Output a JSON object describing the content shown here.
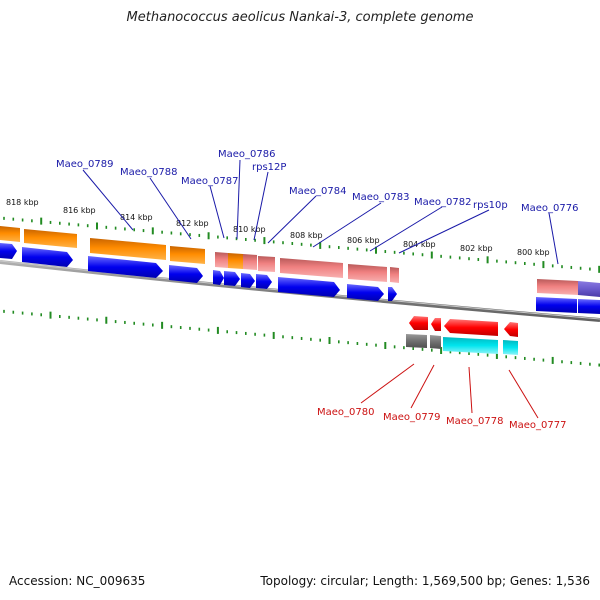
{
  "title": "Methanococcus aeolicus Nankai-3, complete genome",
  "footer": {
    "accession": "Accession: NC_009635",
    "summary": "Topology: circular; Length: 1,569,500 bp; Genes: 1,536"
  },
  "ticks": [
    "818 kbp",
    "816 kbp",
    "814 kbp",
    "812 kbp",
    "810 kbp",
    "808 kbp",
    "806 kbp",
    "804 kbp",
    "802 kbp",
    "800 kbp"
  ],
  "top_labels": [
    "Maeo_0789",
    "Maeo_0788",
    "Maeo_0787",
    "Maeo_0786",
    "rps12P",
    "Maeo_0784",
    "Maeo_0783",
    "Maeo_0782",
    "rps10p",
    "Maeo_0776"
  ],
  "bottom_labels": [
    "Maeo_0780",
    "Maeo_0779",
    "Maeo_0778",
    "Maeo_0777"
  ],
  "colors": {
    "cds_forward": "#0000ee",
    "cds_reverse": "#ff0000",
    "cog_orange": "#ff8c00",
    "cog_pink": "#f08080",
    "cog_gray": "#707070",
    "cog_cyan": "#00e5ee",
    "cog_slate": "#6a5acd",
    "backbone": "#808080",
    "skew_marks": "#228b22",
    "label_top": "#1a1aa8",
    "label_bottom": "#cc1111"
  }
}
